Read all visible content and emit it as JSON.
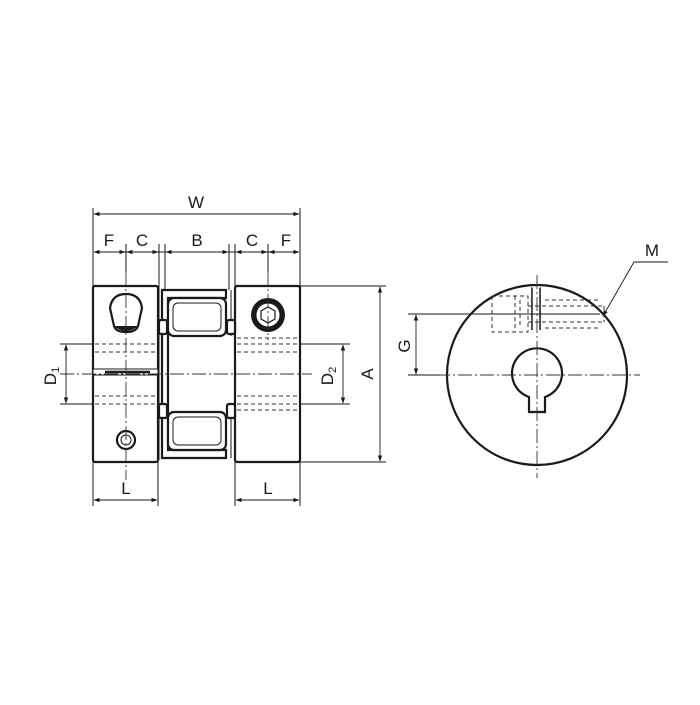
{
  "labels": {
    "W": "W",
    "F_left": "F",
    "C_left": "C",
    "B": "B",
    "C_right": "C",
    "F_right": "F",
    "D1_main": "D",
    "D1_sub": "1",
    "D2_main": "D",
    "D2_sub": "2",
    "A": "A",
    "L_left": "L",
    "L_right": "L",
    "G": "G",
    "M": "M"
  }
}
